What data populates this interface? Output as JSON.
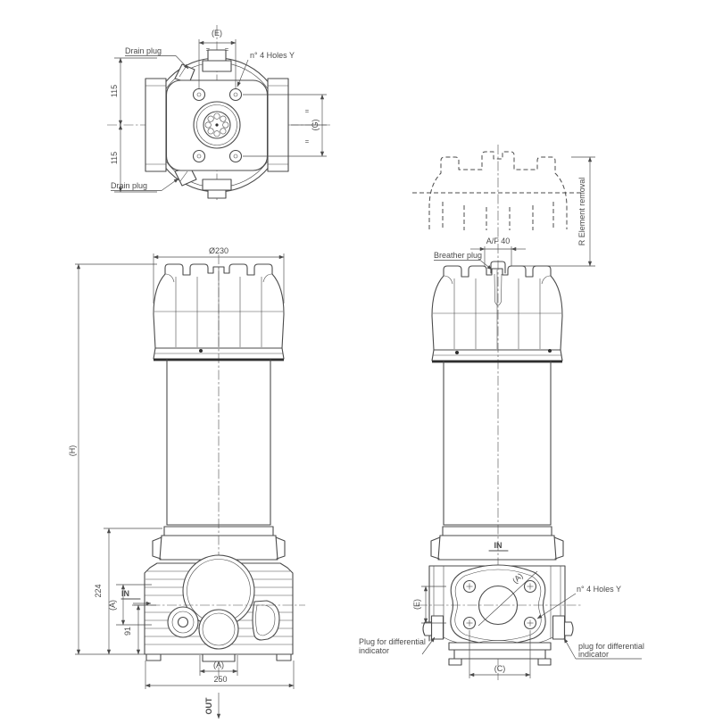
{
  "colors": {
    "line": "#4b4b4b",
    "background": "#ffffff"
  },
  "top_view": {
    "dim_e": "(E)",
    "equals": "=",
    "drain_plug_top": "Drain plug",
    "holes_label": "n° 4 Holes Y",
    "dim_115_upper": "115",
    "dim_115_lower": "115",
    "dim_g": "(G)",
    "drain_plug_bottom": "Drain plug"
  },
  "front_view": {
    "dim_diameter": "Ø230",
    "dim_h": "(H)",
    "dim_224": "224",
    "label_in": "IN",
    "dim_a_vertical": "(A)",
    "dim_91": "91",
    "dim_a_bottom": "(A)",
    "dim_250": "250",
    "label_out": "OUT"
  },
  "side_view": {
    "dim_removal": "R Element removal",
    "dim_af": "A/F 40",
    "breather_plug": "Breather plug",
    "label_in": "IN",
    "dim_a_diag": "(A)",
    "dim_e": "(E)",
    "holes_label": "n° 4 Holes Y",
    "plug_diff_left_line1": "Plug for differential",
    "plug_diff_left_line2": "indicator",
    "plug_diff_right_line1": "plug for differential",
    "plug_diff_right_line2": "indicator",
    "dim_c": "(C)"
  }
}
